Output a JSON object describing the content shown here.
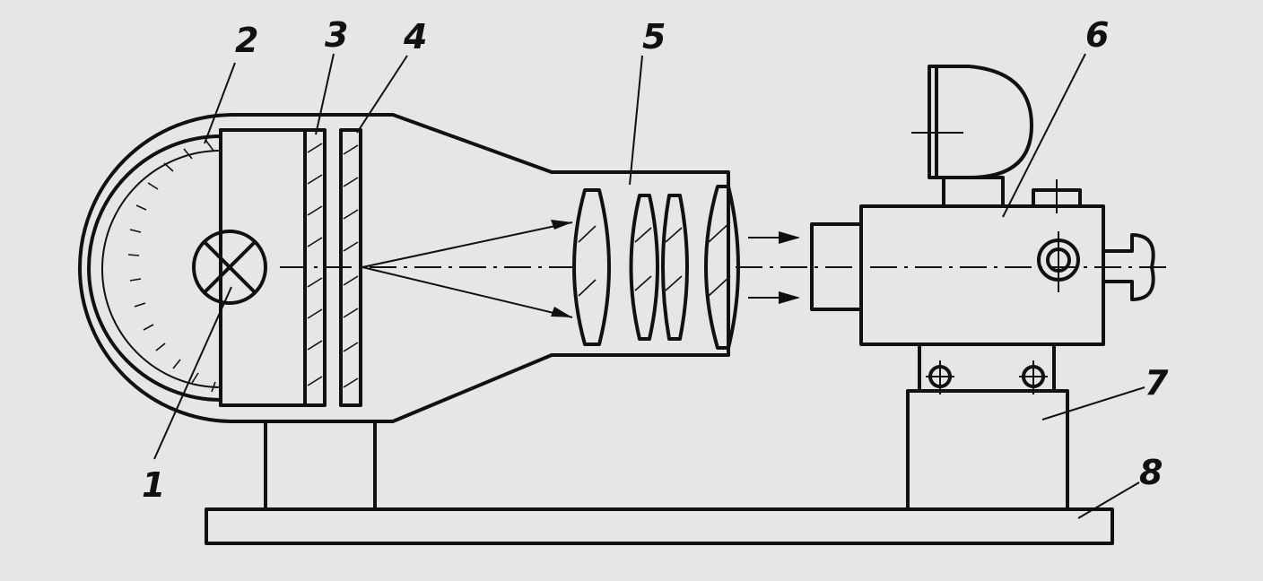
{
  "callouts": [
    {
      "id": "1",
      "text": "1"
    },
    {
      "id": "2",
      "text": "2"
    },
    {
      "id": "3",
      "text": "3"
    },
    {
      "id": "4",
      "text": "4"
    },
    {
      "id": "5",
      "text": "5"
    },
    {
      "id": "6",
      "text": "6"
    },
    {
      "id": "7",
      "text": "7"
    },
    {
      "id": "8",
      "text": "8"
    }
  ],
  "colors": {
    "paper": "#e6e6e6",
    "ink": "#111111"
  }
}
